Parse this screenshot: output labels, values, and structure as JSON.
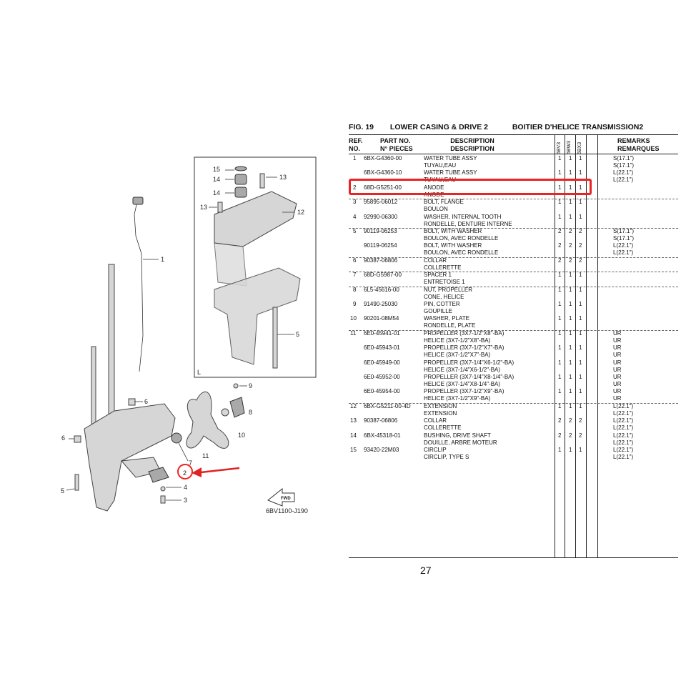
{
  "figure": {
    "fig_label": "FIG.  19",
    "title_en": "LOWER CASING & DRIVE 2",
    "title_fr": "BOITIER D'HELICE TRANSMISSION2"
  },
  "headers": {
    "ref_no": [
      "REF.",
      "NO."
    ],
    "part_no": [
      "PART NO.",
      "N° PIECES"
    ],
    "description": [
      "DESCRIPTION",
      "DESCRIPTION"
    ],
    "models": [
      "6BV3",
      "6BW3",
      "6BX3"
    ],
    "remarks": [
      "REMARKS",
      "REMARQUES"
    ]
  },
  "rows": [
    {
      "ref": "1",
      "part": "6BX-G4360-00",
      "desc": [
        "WATER TUBE ASSY",
        "TUYAU,EAU"
      ],
      "q": [
        "1",
        "1",
        "1"
      ],
      "rem": [
        "S(17.1\")",
        "S(17.1\")"
      ]
    },
    {
      "ref": "",
      "part": "6BX-G4360-10",
      "desc": [
        "WATER TUBE ASSY",
        "TUYAU,EAU"
      ],
      "q": [
        "1",
        "1",
        "1"
      ],
      "rem": [
        "L(22.1\")",
        "L(22.1\")"
      ]
    },
    {
      "ref": "2",
      "part": "68D-G5251-00",
      "desc": [
        "ANODE",
        "ANODE"
      ],
      "q": [
        "1",
        "1",
        "1"
      ],
      "rem": [
        "",
        ""
      ]
    },
    {
      "ref": "3",
      "part": "95895-06012",
      "desc": [
        "BOLT, FLANGE",
        "BOULON"
      ],
      "q": [
        "1",
        "1",
        "1"
      ],
      "rem": [
        "",
        ""
      ]
    },
    {
      "ref": "4",
      "part": "92990-06300",
      "desc": [
        "WASHER, INTERNAL TOOTH",
        "RONDELLE, DENTURE INTERNE"
      ],
      "q": [
        "1",
        "1",
        "1"
      ],
      "rem": [
        "",
        ""
      ]
    },
    {
      "ref": "5",
      "part": "90119-06253",
      "desc": [
        "BOLT, WITH WASHER",
        "BOULON, AVEC RONDELLE"
      ],
      "q": [
        "2",
        "2",
        "2"
      ],
      "rem": [
        "S(17.1\")",
        "S(17.1\")"
      ]
    },
    {
      "ref": "",
      "part": "90119-06254",
      "desc": [
        "BOLT, WITH WASHER",
        "BOULON, AVEC RONDELLE"
      ],
      "q": [
        "2",
        "2",
        "2"
      ],
      "rem": [
        "L(22.1\")",
        "L(22.1\")"
      ]
    },
    {
      "ref": "6",
      "part": "90387-06806",
      "desc": [
        "COLLAR",
        "COLLERETTE"
      ],
      "q": [
        "2",
        "2",
        "2"
      ],
      "rem": [
        "",
        ""
      ]
    },
    {
      "ref": "7",
      "part": "68D-G5987-00",
      "desc": [
        "SPACER 1",
        "ENTRETOISE 1"
      ],
      "q": [
        "1",
        "1",
        "1"
      ],
      "rem": [
        "",
        ""
      ]
    },
    {
      "ref": "8",
      "part": "6L5-45616-00",
      "desc": [
        "NUT, PROPELLER",
        "CONE, HELICE"
      ],
      "q": [
        "1",
        "1",
        "1"
      ],
      "rem": [
        "",
        ""
      ]
    },
    {
      "ref": "9",
      "part": "91490-25030",
      "desc": [
        "PIN, COTTER",
        "GOUPILLE"
      ],
      "q": [
        "1",
        "1",
        "1"
      ],
      "rem": [
        "",
        ""
      ]
    },
    {
      "ref": "10",
      "part": "90201-08M54",
      "desc": [
        "WASHER, PLATE",
        "RONDELLE, PLATE"
      ],
      "q": [
        "1",
        "1",
        "1"
      ],
      "rem": [
        "",
        ""
      ]
    },
    {
      "ref": "11",
      "part": "6E0-45941-01",
      "desc": [
        "PROPELLER (3X7-1/2\"X8\"-BA)",
        "HELICE (3X7-1/2\"X8\"-BA)"
      ],
      "q": [
        "1",
        "1",
        "1"
      ],
      "rem": [
        "UR",
        "UR"
      ]
    },
    {
      "ref": "",
      "part": "6E0-45943-01",
      "desc": [
        "PROPELLER (3X7-1/2\"X7\"-BA)",
        "HELICE (3X7-1/2\"X7\"-BA)"
      ],
      "q": [
        "1",
        "1",
        "1"
      ],
      "rem": [
        "UR",
        "UR"
      ]
    },
    {
      "ref": "",
      "part": "6E0-45949-00",
      "desc": [
        "PROPELLER (3X7-1/4\"X6-1/2\"-BA)",
        "HELICE (3X7-1/4\"X6-1/2\"-BA)"
      ],
      "q": [
        "1",
        "1",
        "1"
      ],
      "rem": [
        "UR",
        "UR"
      ]
    },
    {
      "ref": "",
      "part": "6E0-45952-00",
      "desc": [
        "PROPELLER (3X7-1/4\"X8-1/4\"-BA)",
        "HELICE (3X7-1/4\"X8-1/4\"-BA)"
      ],
      "q": [
        "1",
        "1",
        "1"
      ],
      "rem": [
        "UR",
        "UR"
      ]
    },
    {
      "ref": "",
      "part": "6E0-45954-00",
      "desc": [
        "PROPELLER (3X7-1/2\"X9\"-BA)",
        "HELICE (3X7-1/2\"X9\"-BA)"
      ],
      "q": [
        "1",
        "1",
        "1"
      ],
      "rem": [
        "UR",
        "UR"
      ]
    },
    {
      "ref": "12",
      "part": "6BX-G5211-00-4D",
      "desc": [
        "EXTENSION",
        "EXTENSION"
      ],
      "q": [
        "1",
        "1",
        "1"
      ],
      "rem": [
        "L(22.1\")",
        "L(22.1\")"
      ]
    },
    {
      "ref": "13",
      "part": "90387-06806",
      "desc": [
        "COLLAR",
        "COLLERETTE"
      ],
      "q": [
        "2",
        "2",
        "2"
      ],
      "rem": [
        "L(22.1\")",
        "L(22.1\")"
      ]
    },
    {
      "ref": "14",
      "part": "6BX-45318-01",
      "desc": [
        "BUSHING, DRIVE SHAFT",
        "DOUILLE, ARBRE MOTEUR"
      ],
      "q": [
        "2",
        "2",
        "2"
      ],
      "rem": [
        "L(22.1\")",
        "L(22.1\")"
      ]
    },
    {
      "ref": "15",
      "part": "93420-22M03",
      "desc": [
        "CIRCLIP",
        "CIRCLIP, TYPE S"
      ],
      "q": [
        "1",
        "1",
        "1"
      ],
      "rem": [
        "L(22.1\")",
        "L(22.1\")"
      ]
    }
  ],
  "diagram": {
    "callouts": [
      "1",
      "2",
      "3",
      "4",
      "5",
      "6",
      "7",
      "8",
      "9",
      "10",
      "11",
      "12",
      "13",
      "14",
      "15"
    ],
    "inset_label": "L",
    "drawing_code": "6BV1100-J190",
    "fwd_label": "FWD"
  },
  "page_number": "27",
  "highlight_color": "#e22222"
}
